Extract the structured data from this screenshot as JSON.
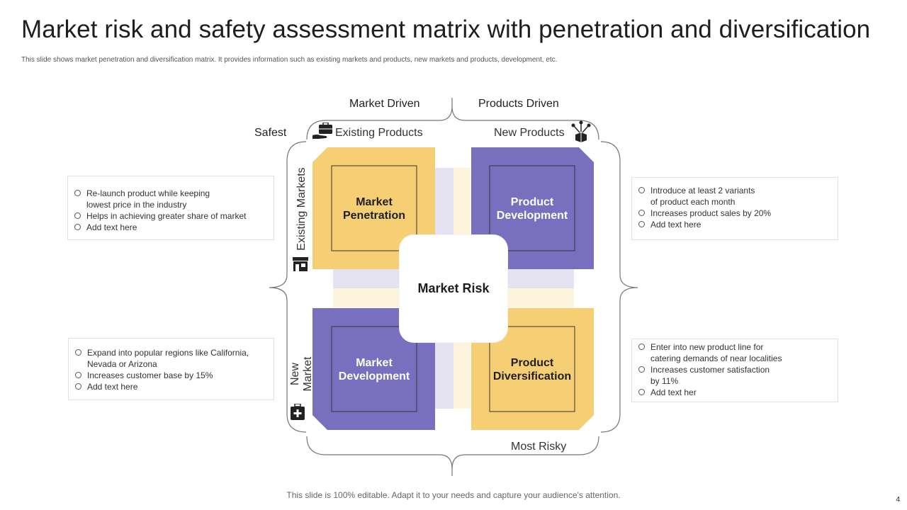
{
  "title": "Market risk and safety assessment matrix with penetration and diversification",
  "subtitle": "This slide shows market penetration and diversification matrix. It provides information such as existing markets and products, new markets and products, development, etc.",
  "footer": "This slide is 100% editable. Adapt it to your needs and capture your audience's attention.",
  "page_number": "4",
  "headers": {
    "market_driven": "Market Driven",
    "products_driven": "Products Driven"
  },
  "labels": {
    "safest": "Safest",
    "existing_products": "Existing Products",
    "new_products": "New Products",
    "existing_markets": "Existing Markets",
    "new_market_line1": "New",
    "new_market_line2": "Market",
    "most_risky": "Most Risky"
  },
  "center": "Market Risk",
  "quadrants": {
    "top_left": {
      "line1": "Market",
      "line2": "Penetration"
    },
    "top_right": {
      "line1": "Product",
      "line2": "Development"
    },
    "bottom_left": {
      "line1": "Market",
      "line2": "Development"
    },
    "bottom_right": {
      "line1": "Product",
      "line2": "Diversification"
    }
  },
  "textboxes": {
    "top_left": [
      [
        "Re-launch product while keeping",
        "lowest price in the industry"
      ],
      [
        "Helps in achieving greater share of market"
      ],
      [
        "Add text here"
      ]
    ],
    "bottom_left": [
      [
        "Expand into popular regions like California,",
        "Nevada  or Arizona"
      ],
      [
        "Increases customer base by 15%"
      ],
      [
        "Add text here"
      ]
    ],
    "top_right": [
      [
        "Introduce  at least 2 variants",
        "of product each month"
      ],
      [
        "Increases product sales by 20%"
      ],
      [
        "Add text here"
      ]
    ],
    "bottom_right": [
      [
        "Enter into new product line for",
        "catering demands of near localities"
      ],
      [
        "Increases customer satisfaction",
        "by 11%"
      ],
      [
        "Add text her"
      ]
    ]
  },
  "colors": {
    "yellow": "#F6CF74",
    "purple": "#7870BE",
    "light_purple": "#E5E3F2",
    "light_yellow": "#FCF3DC",
    "line": "#777777"
  },
  "icons": [
    "briefcase-hand-icon",
    "fireworks-box-icon",
    "store-icon",
    "medical-kit-icon"
  ]
}
